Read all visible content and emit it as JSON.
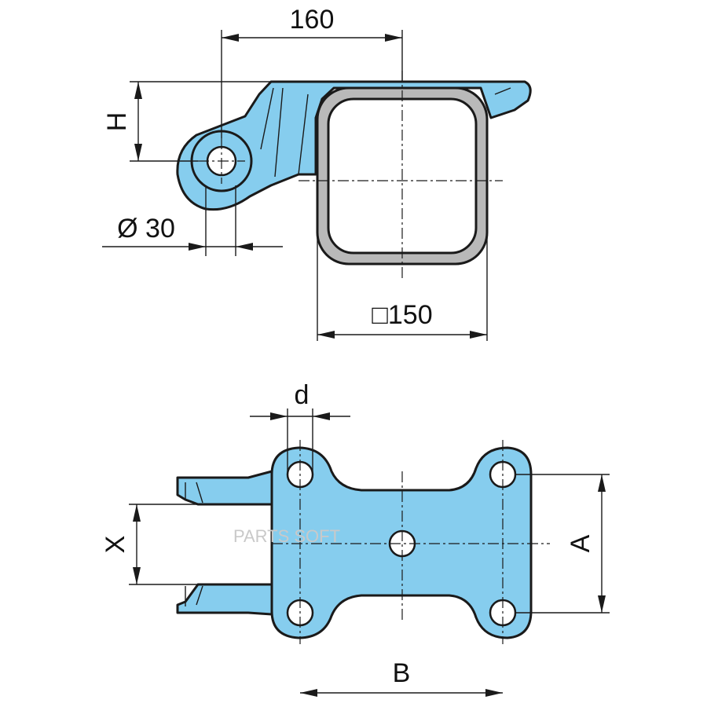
{
  "dimensions": {
    "top_width": "160",
    "height_h": "H",
    "pin_diameter": "Ø 30",
    "tube_size": "□150",
    "hole_d": "d",
    "offset_x": "X",
    "spacing_a": "A",
    "spacing_b": "B"
  },
  "watermark": "PARTS SOFT",
  "colors": {
    "part_fill": "#86cdee",
    "line": "#1a1a1a",
    "background": "#ffffff"
  }
}
